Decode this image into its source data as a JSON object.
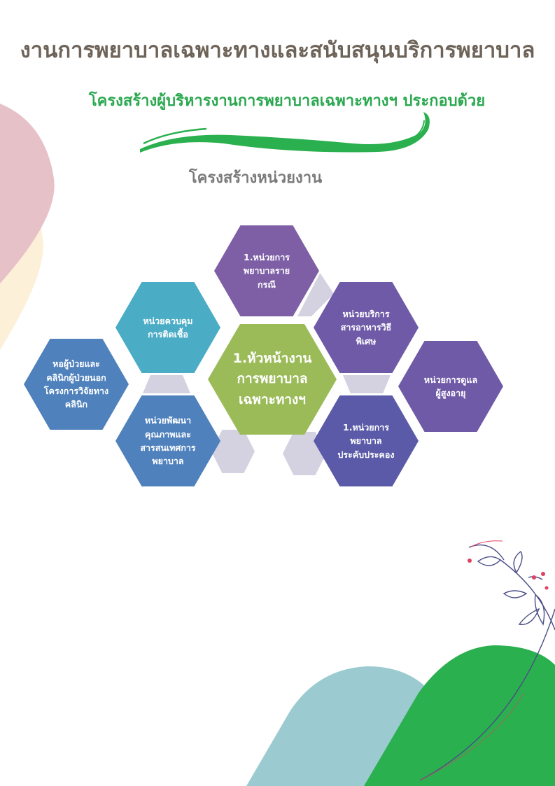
{
  "page": {
    "title": "งานการพยาบาลเฉพาะทางและสนับสนุนบริการพยาบาล",
    "subtitle": "โครงสร้างผู้บริหารงานการพยาบาลเฉพาะทางฯ  ประกอบด้วย",
    "section_heading": "โครงสร้างหน่วยงาน"
  },
  "colors": {
    "title": "#6e6358",
    "subtitle": "#2aa84f",
    "center": "#9bbb59",
    "purple": "#7e5fa6",
    "indigo": "#5a5aa8",
    "teal": "#4bacc6",
    "blue": "#4f81bd",
    "connector": "#d4d2e0",
    "leaf_green": "#2bb04f",
    "leaf_teal": "#9bcbd0"
  },
  "diagram": {
    "center": {
      "label": "1.หัวหน้างาน\nการพยาบาล\nเฉพาะทางฯ"
    },
    "units": [
      {
        "id": "case",
        "label": "1.หน่วยการ\nพยาบาลราย\nกรณี"
      },
      {
        "id": "infection",
        "label": "หน่วยควบคุม\nการติดเชื้อ"
      },
      {
        "id": "nutrition",
        "label": "หน่วยบริการ\nสารอาหารวิธี\nพิเศษ"
      },
      {
        "id": "ward",
        "label": "หอผู้ป่วยและ\nคลินิกผู้ป่วยนอก\nโครงการวิจัยทาง\nคลินิก"
      },
      {
        "id": "elderly",
        "label": "หน่วยการดูแล\nผู้สูงอายุ"
      },
      {
        "id": "quality",
        "label": "หน่วยพัฒนา\nคุณภาพและ\nสารสนเทศการ\nพยาบาล"
      },
      {
        "id": "palliative",
        "label": "1.หน่วยการ\nพยาบาล\nประคับประคอง"
      }
    ]
  }
}
